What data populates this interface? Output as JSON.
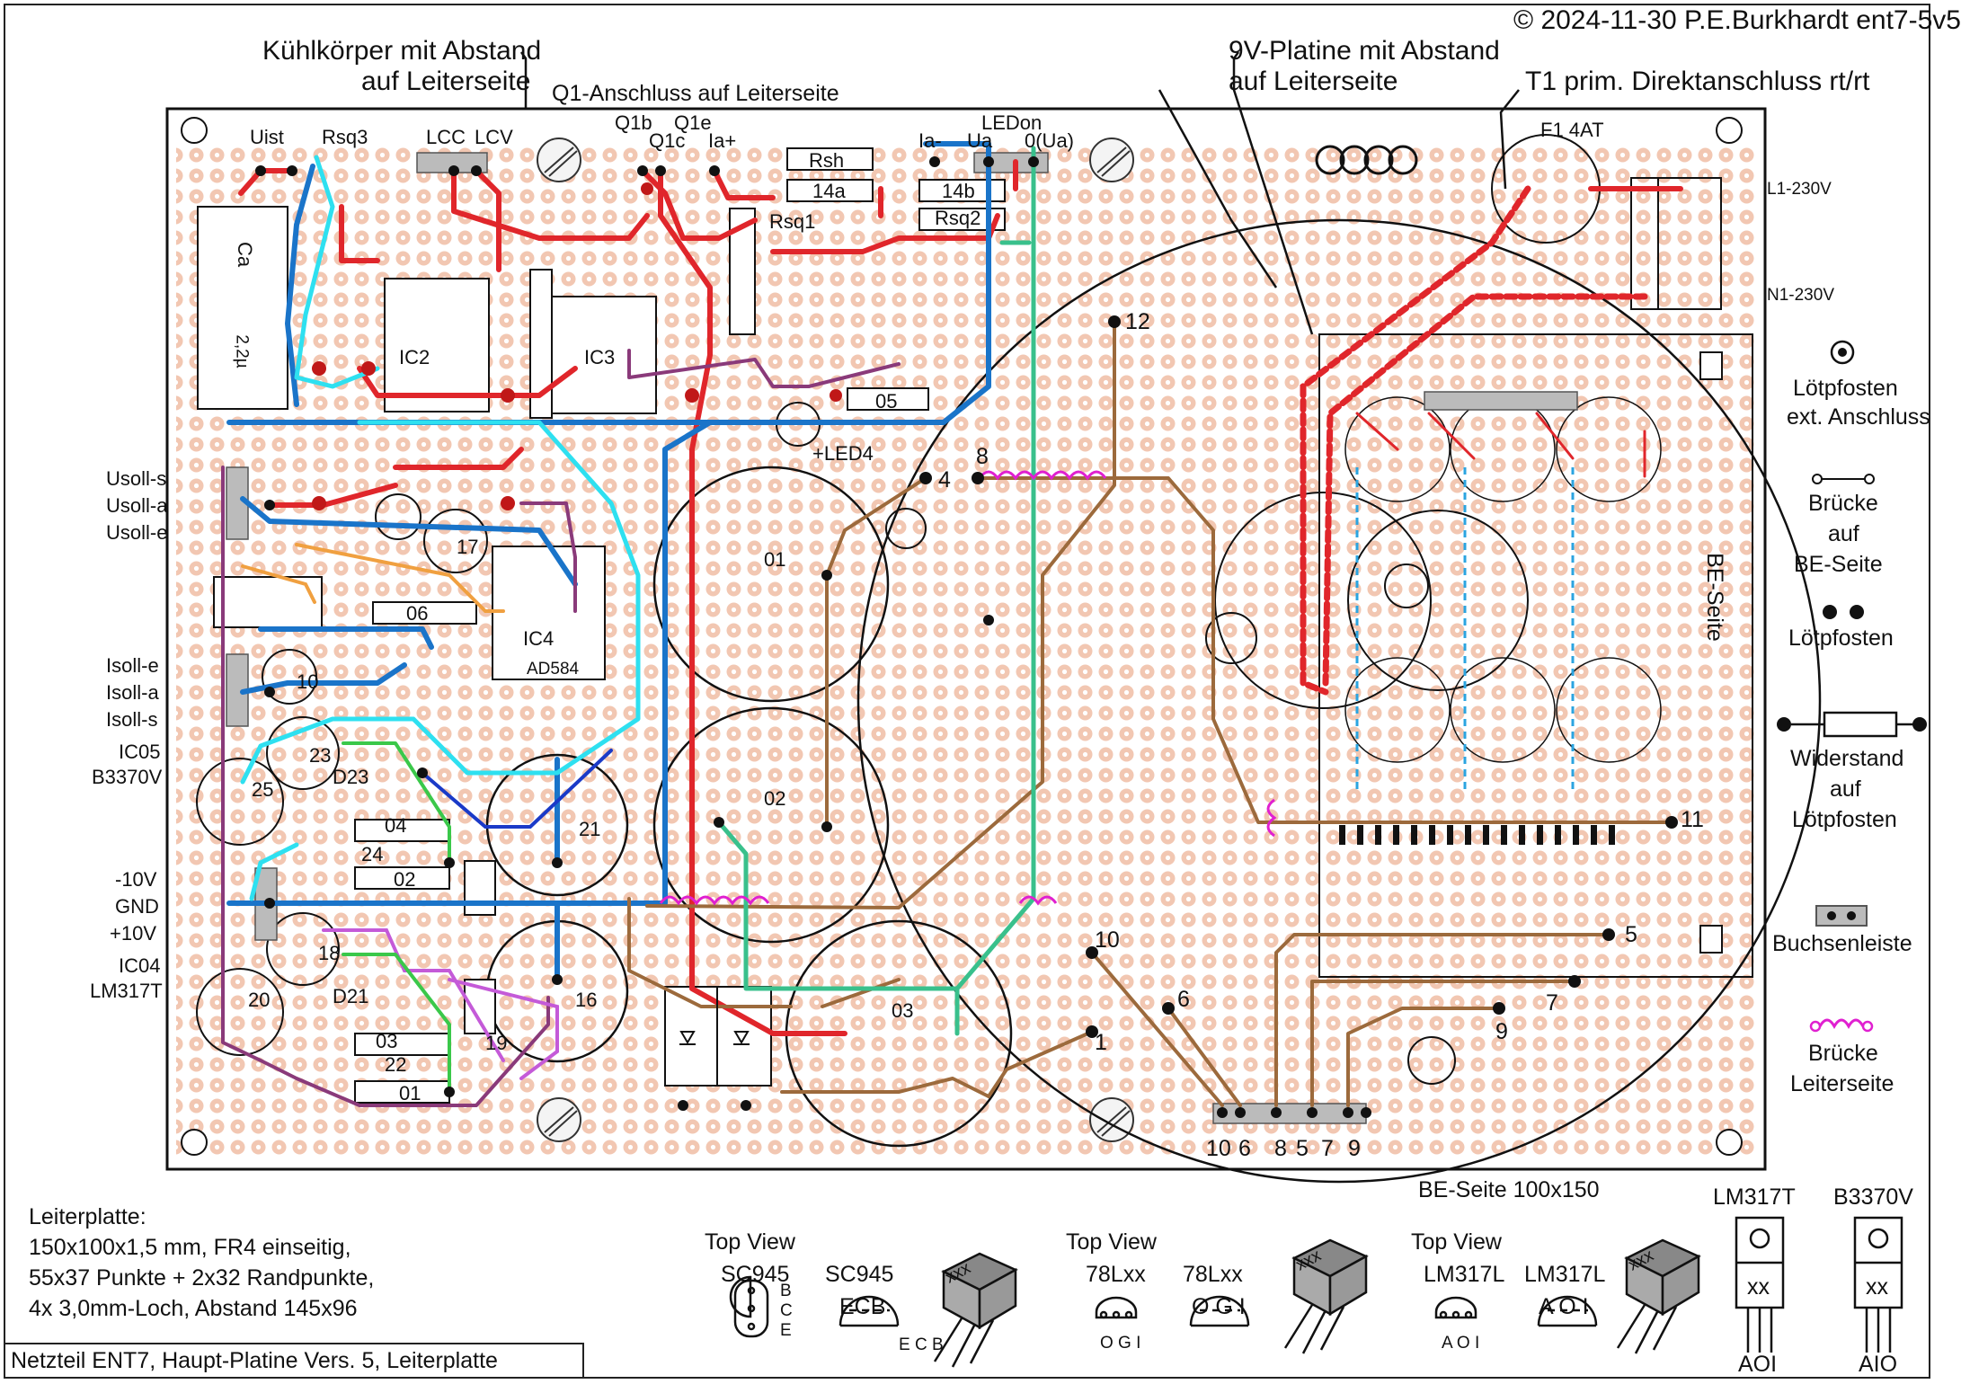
{
  "header": {
    "copyright": "© 2024-11-30 P.E.Burkhardt ent7-5v5"
  },
  "annotations": {
    "heatsink": [
      "Kühlkörper mit Abstand",
      "auf Leiterseite"
    ],
    "q1_note": "Q1-Anschluss auf Leiterseite",
    "board9v": [
      "9V-Platine mit Abstand",
      "auf Leiterseite"
    ],
    "t1_note": "T1 prim. Direktanschluss rt/rt",
    "be_side_size": "BE-Seite 100x150",
    "be_side_rotated": "BE-Seite"
  },
  "top_labels": [
    "Uist",
    "Rsq3",
    "LCC",
    "LCV",
    "Q1b",
    "Q1c",
    "Q1e",
    "Ia+",
    "Ia-",
    "Ua",
    "LEDon",
    "0(Ua)",
    "F1 4AT"
  ],
  "right_conn_labels": [
    "L1-230V",
    "N1-230V"
  ],
  "left_labels": {
    "usoll": [
      "Usoll-s",
      "Usoll-a",
      "Usoll-e"
    ],
    "isoll": [
      "Isoll-e",
      "Isoll-a",
      "Isoll-s"
    ],
    "ic05": [
      "IC05",
      "B3370V"
    ],
    "supply": [
      "-10V",
      "GND",
      "+10V"
    ],
    "ic04": [
      "IC04",
      "LM317T"
    ]
  },
  "component_labels": [
    "Ca",
    "2,2µ",
    "IC2",
    "IC3",
    "IC4",
    "AD584",
    "Rsh",
    "14a",
    "14b",
    "Rsq2",
    "Rsq1",
    "05",
    "06",
    "04",
    "02",
    "03",
    "01",
    "D23",
    "D21",
    "24",
    "22",
    "25",
    "23",
    "21",
    "20",
    "19",
    "18",
    "17",
    "16",
    "10",
    "+LED4",
    "01",
    "02",
    "03",
    "10",
    "11",
    "12",
    "1",
    "4",
    "8",
    "5",
    "6",
    "7",
    "9"
  ],
  "bottom_connector": [
    "10",
    "6",
    "8",
    "5",
    "7",
    "9"
  ],
  "legend": {
    "solder_post_ext": [
      "Lötpfosten",
      "ext. Anschluss"
    ],
    "bridge_be": [
      "Brücke",
      "auf",
      "BE-Seite"
    ],
    "solder_post": "Lötpfosten",
    "resistor_post": [
      "Widerstand",
      "auf",
      "Lötpfosten"
    ],
    "socket_strip": "Buchsenleiste",
    "bridge_conductor": [
      "Brücke",
      "Leiterseite"
    ]
  },
  "board_info": {
    "title": "Leiterplatte:",
    "lines": [
      "150x100x1,5 mm, FR4 einseitig,",
      "55x37 Punkte + 2x32 Randpunkte,",
      "4x 3,0mm-Loch, Abstand 145x96"
    ]
  },
  "footer_title": "Netzteil ENT7, Haupt-Platine Vers. 5, Leiterplatte",
  "packages": [
    {
      "top_view": [
        "Top View",
        "SC945"
      ],
      "name": "SC945",
      "pins_face": "ECB",
      "pins_side": [
        "B",
        "C",
        "E"
      ],
      "leg": "E C B",
      "tag": "xxx"
    },
    {
      "top_view": [
        "Top View",
        "78Lxx"
      ],
      "name": "78Lxx",
      "pins_face": "O G I",
      "pins_side": [
        "O",
        "G",
        "I"
      ],
      "leg": "O G I",
      "tag": "xxx"
    },
    {
      "top_view": [
        "Top View",
        "LM317L"
      ],
      "name": "LM317L",
      "pins_face": "A O I",
      "pins_side": [
        "A",
        "O",
        "I"
      ],
      "leg": "A O I",
      "tag": "xxx"
    },
    {
      "name": "LM317T",
      "tag": "xx",
      "pins": "AOI"
    },
    {
      "name": "B3370V",
      "tag": "xx",
      "pins": "AIO"
    }
  ],
  "colors": {
    "board_dot": "#f2c7b2",
    "red": "#e0262b",
    "blue": "#1a74c9",
    "cyan": "#2ee0f0",
    "brown": "#9c6a3c",
    "green_teal": "#39c08c",
    "purple": "#8a3a7a",
    "orange": "#f0a040",
    "magenta": "#e020d0"
  }
}
